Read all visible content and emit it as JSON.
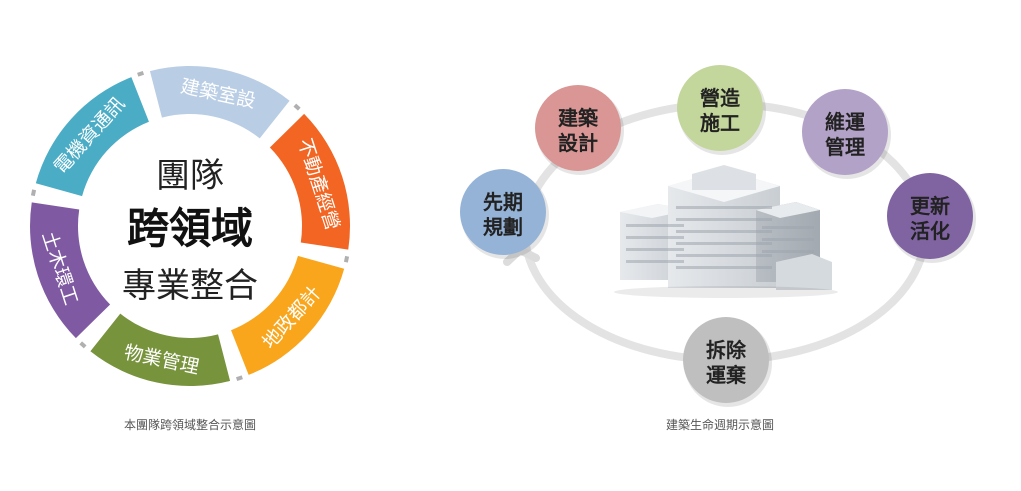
{
  "left_diagram": {
    "center": {
      "line1": "團隊",
      "line2": "跨領域",
      "line3": "專業整合"
    },
    "segments": [
      {
        "label": "電機資通訊",
        "color": "#4bacc6"
      },
      {
        "label": "建築室設",
        "color": "#b9cde5"
      },
      {
        "label": "不動產經營",
        "color": "#f26522"
      },
      {
        "label": "地政都計",
        "color": "#f9a61c"
      },
      {
        "label": "物業管理",
        "color": "#77933c"
      },
      {
        "label": "土木環工",
        "color": "#7f5aa2"
      }
    ],
    "caption": "本團隊跨領域整合示意圖"
  },
  "right_diagram": {
    "stages": [
      {
        "line1": "先期",
        "line2": "規劃",
        "color": "#95b3d7"
      },
      {
        "line1": "建築",
        "line2": "設計",
        "color": "#d99694"
      },
      {
        "line1": "營造",
        "line2": "施工",
        "color": "#c3d69b"
      },
      {
        "line1": "維運",
        "line2": "管理",
        "color": "#b3a2c7"
      },
      {
        "line1": "更新",
        "line2": "活化",
        "color": "#8064a2"
      },
      {
        "line1": "拆除",
        "line2": "運棄",
        "color": "#bfbfbf"
      }
    ],
    "caption": "建築生命週期示意圖"
  }
}
